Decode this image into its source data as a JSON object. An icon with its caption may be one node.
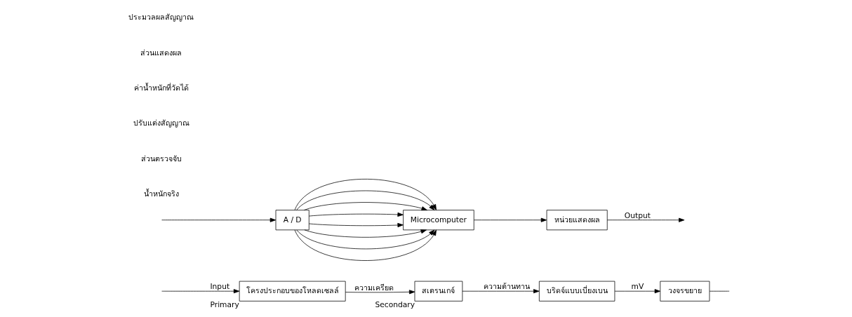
{
  "diagram": {
    "nodes": [
      {
        "text": [
          "โครงประกอบของโหลดเซลล์"
        ],
        "beside": [
          "Primary"
        ]
      },
      {
        "text": [
          "สเตรนเกจ์"
        ],
        "beside": [
          "Secondary"
        ]
      },
      {
        "text": [
          "บริดจ์แบบเบี่ยงเบน"
        ]
      },
      {
        "text": [
          "วงจรขยาย"
        ]
      },
      {
        "text": [
          "หน่วยแสดงผล"
        ]
      },
      {
        "text": [
          "Microcomputer"
        ]
      },
      {
        "text": [
          "A / D"
        ]
      }
    ],
    "edges": [
      {
        "from": null,
        "to": 0,
        "arrow": "to",
        "label": "Input"
      },
      {
        "from": 0,
        "to": 1,
        "arrow": "to",
        "label": "ความเครียด"
      },
      {
        "from": 1,
        "to": 2,
        "arrow": "to",
        "label": "ความต้านทาน"
      },
      {
        "from": 2,
        "to": 3,
        "arrow": "to",
        "label": "mV"
      },
      {
        "from": 3,
        "to": null,
        "arrow": "none"
      },
      {
        "from": null,
        "to": 6,
        "arrow": "to"
      },
      {
        "from": 6,
        "to": 5,
        "arrow": "to"
      },
      {
        "from": 6,
        "to": 5,
        "arrow": "to"
      },
      {
        "from": 6,
        "to": 5,
        "arrow": "to"
      },
      {
        "from": 6,
        "to": 5,
        "arrow": "to"
      },
      {
        "from": 6,
        "to": 5,
        "arrow": "to"
      },
      {
        "from": 6,
        "to": 5,
        "arrow": "to"
      },
      {
        "from": 6,
        "to": 5,
        "arrow": "to"
      },
      {
        "from": 6,
        "to": 5,
        "arrow": "to"
      },
      {
        "from": 5,
        "to": 4,
        "arrow": "to"
      },
      {
        "from": 4,
        "to": null,
        "arrow": "to",
        "label": "Output"
      }
    ],
    "labels": [
      "น้ำหนักจริง",
      "ส่วนตรวจจับ",
      "ปรับแต่งสัญญาณ",
      "ค่าน้ำหนักที่วัดได้",
      "ส่วนแสดงผล",
      "ประมวลผลสัญญาณ"
    ]
  }
}
